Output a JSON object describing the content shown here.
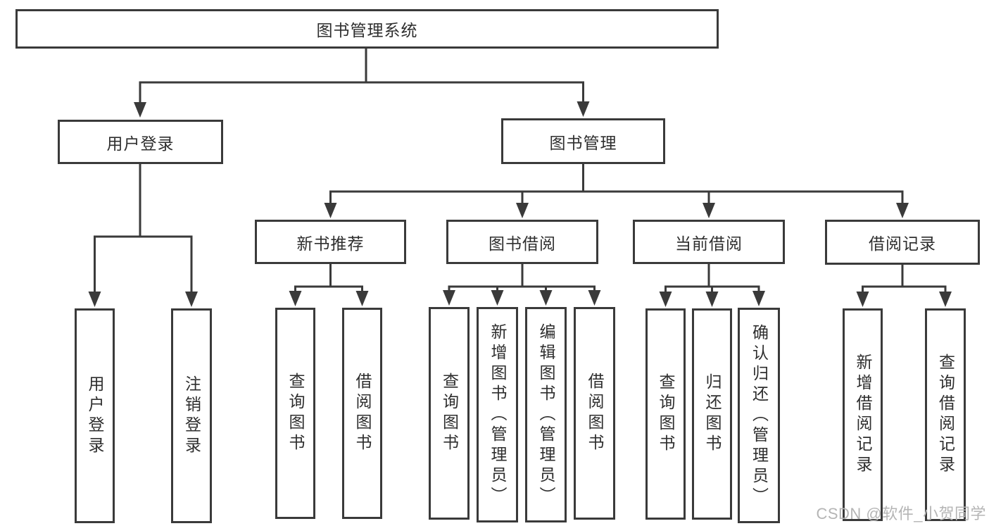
{
  "diagram": {
    "root": "图书管理系统",
    "branches": [
      {
        "label": "用户登录",
        "children": [
          {
            "label": "用户登录"
          },
          {
            "label": "注销登录"
          }
        ]
      },
      {
        "label": "图书管理",
        "children": [
          {
            "label": "新书推荐",
            "children": [
              {
                "label": "查询图书"
              },
              {
                "label": "借阅图书"
              }
            ]
          },
          {
            "label": "图书借阅",
            "children": [
              {
                "label": "查询图书"
              },
              {
                "label": "新增图书（管理员）"
              },
              {
                "label": "编辑图书（管理员）"
              },
              {
                "label": "借阅图书"
              }
            ]
          },
          {
            "label": "当前借阅",
            "children": [
              {
                "label": "查询图书"
              },
              {
                "label": "归还图书"
              },
              {
                "label": "确认归还（管理员）"
              }
            ]
          },
          {
            "label": "借阅记录",
            "children": [
              {
                "label": "新增借阅记录"
              },
              {
                "label": "查询借阅记录"
              }
            ]
          }
        ]
      }
    ]
  },
  "watermark": "CSDN @软件_小贺同学",
  "colors": {
    "line": "#3a3a3a",
    "text": "#2e2e2e",
    "watermark": "#b5b5b5"
  }
}
